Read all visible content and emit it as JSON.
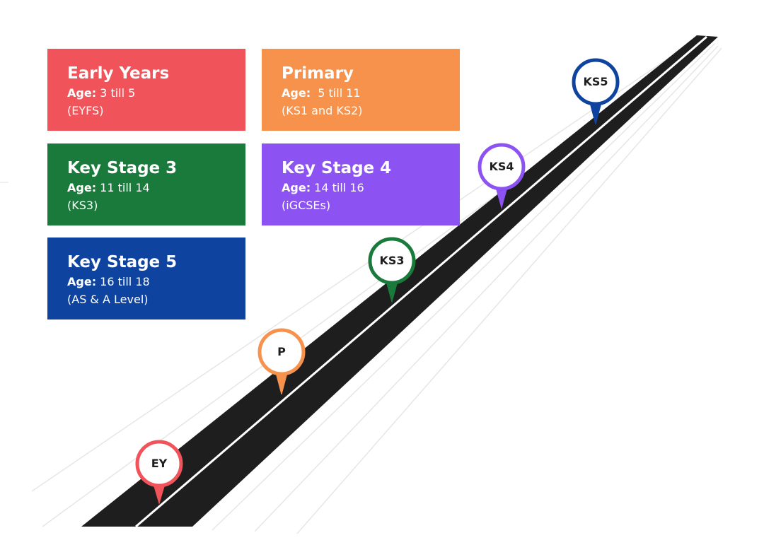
{
  "colors": {
    "early_years": "#f0545a",
    "primary": "#f6924c",
    "ks3": "#1a7a3c",
    "ks4": "#8c52f2",
    "ks5": "#0e44a0",
    "road": "#1e1e1e",
    "road_line": "#ffffff",
    "guide_line": "#e4e4e4"
  },
  "cards": [
    {
      "id": "early-years",
      "title": "Early Years",
      "age_label": "Age:",
      "age_value": " 3 till 5",
      "note": "(EYFS)",
      "color": "#f0545a"
    },
    {
      "id": "primary",
      "title": "Primary",
      "age_label": "Age:",
      "age_value": "  5 till 11",
      "note": "(KS1 and KS2)",
      "color": "#f6924c"
    },
    {
      "id": "key-stage-3",
      "title": "Key Stage 3",
      "age_label": "Age:",
      "age_value": " 11 till 14",
      "note": "(KS3)",
      "color": "#1a7a3c"
    },
    {
      "id": "key-stage-4",
      "title": "Key Stage 4",
      "age_label": "Age:",
      "age_value": " 14 till 16",
      "note": "(iGCSEs)",
      "color": "#8c52f2"
    },
    {
      "id": "key-stage-5",
      "title": "Key Stage 5",
      "age_label": "Age:",
      "age_value": " 16 till 18",
      "note": "(AS & A Level)",
      "color": "#0e44a0"
    }
  ],
  "pins": [
    {
      "id": "ey",
      "label": "EY",
      "color": "#f0545a"
    },
    {
      "id": "p",
      "label": "P",
      "color": "#f6924c"
    },
    {
      "id": "ks3",
      "label": "KS3",
      "color": "#1a7a3c"
    },
    {
      "id": "ks4",
      "label": "KS4",
      "color": "#8c52f2"
    },
    {
      "id": "ks5",
      "label": "KS5",
      "color": "#0e44a0"
    }
  ]
}
